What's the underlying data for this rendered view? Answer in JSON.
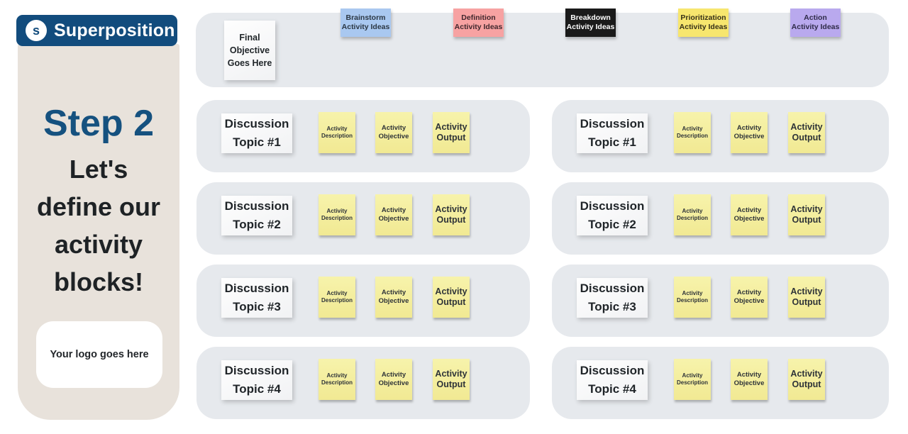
{
  "brand": {
    "name": "Superposition",
    "icon_letter": "s"
  },
  "sidebar": {
    "step_title": "Step 2",
    "headline": "Let's define our activity blocks!",
    "headline_lines": [
      "Let's",
      "define our",
      "activity",
      "blocks!"
    ],
    "logo_placeholder": "Your logo goes here"
  },
  "board": {
    "final_objective_note": "Final Objective Goes Here",
    "category_notes": [
      {
        "label": "Brainstorm Activity Ideas",
        "line1": "Brainstorm",
        "line2": "Activity Ideas",
        "bg": "#a9c8f0",
        "fg": "#2b3744"
      },
      {
        "label": "Definition Activity Ideas",
        "line1": "Definition",
        "line2": "Activity Ideas",
        "bg": "#f7a2a2",
        "fg": "#40272d"
      },
      {
        "label": "Breakdown Activity Ideas",
        "line1": "Breakdown",
        "line2": "Activity Ideas",
        "bg": "#1a1a1a",
        "fg": "#ffffff"
      },
      {
        "label": "Prioritization Activity Ideas",
        "line1": "Prioritization",
        "line2": "Activity Ideas",
        "bg": "#f7e66e",
        "fg": "#363017"
      },
      {
        "label": "Action Activity Ideas",
        "line1": "Action",
        "line2": "Activity Ideas",
        "bg": "#b9a9ee",
        "fg": "#2f2b49"
      }
    ],
    "columns": [
      {
        "rows": [
          {
            "topic": "Discussion Topic #1",
            "notes": [
              "Activity Description",
              "Activity Objective",
              "Activity Output"
            ]
          },
          {
            "topic": "Discussion Topic #2",
            "notes": [
              "Activity Description",
              "Activity Objective",
              "Activity Output"
            ]
          },
          {
            "topic": "Discussion Topic #3",
            "notes": [
              "Activity Description",
              "Activity Objective",
              "Activity Output"
            ]
          },
          {
            "topic": "Discussion Topic #4",
            "notes": [
              "Activity Description",
              "Activity Objective",
              "Activity Output"
            ]
          }
        ]
      },
      {
        "rows": [
          {
            "topic": "Discussion Topic #1",
            "notes": [
              "Activity Description",
              "Activity Objective",
              "Activity Output"
            ]
          },
          {
            "topic": "Discussion Topic #2",
            "notes": [
              "Activity Description",
              "Activity Objective",
              "Activity Output"
            ]
          },
          {
            "topic": "Discussion Topic #3",
            "notes": [
              "Activity Description",
              "Activity Objective",
              "Activity Output"
            ]
          },
          {
            "topic": "Discussion Topic #4",
            "notes": [
              "Activity Description",
              "Activity Objective",
              "Activity Output"
            ]
          }
        ]
      }
    ]
  },
  "colors": {
    "logo_blue": "#124c7d",
    "accent_blue": "#15517f",
    "sidebar_bg": "#e8e2db",
    "panel_bg": "#e6e9ed",
    "sticky_yellow": "#f5f0a0",
    "note_white": "#fbfbfc"
  }
}
